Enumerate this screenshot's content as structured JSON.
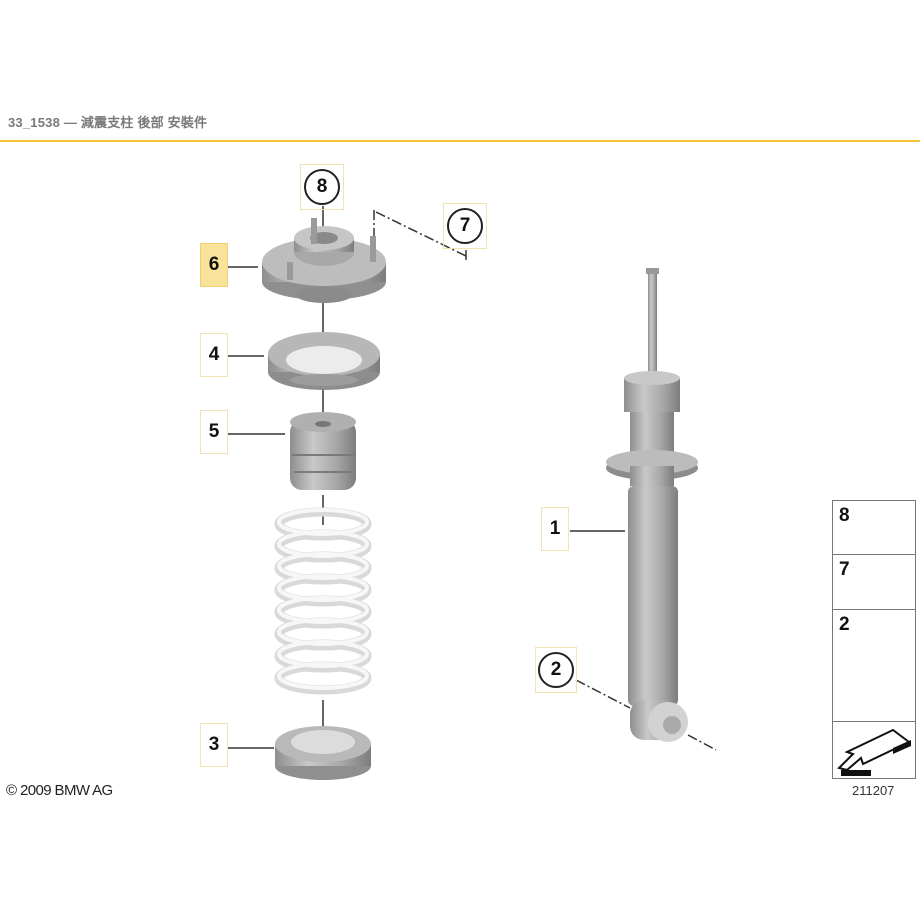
{
  "header": {
    "title": "33_1538 — 減震支柱 後部 安裝件",
    "rule_color": "#f2c230"
  },
  "diagram": {
    "callouts": [
      {
        "num": "8",
        "style": "circle",
        "part": "nut"
      },
      {
        "num": "7",
        "style": "circle",
        "part": "flange nut"
      },
      {
        "num": "6",
        "style": "square",
        "selected": true,
        "part": "strut support mount"
      },
      {
        "num": "4",
        "style": "square",
        "part": "upper spring pad"
      },
      {
        "num": "5",
        "style": "square",
        "part": "bump stop"
      },
      {
        "num": "3",
        "style": "square",
        "part": "lower spring pad"
      },
      {
        "num": "1",
        "style": "square",
        "part": "shock absorber"
      },
      {
        "num": "2",
        "style": "circle",
        "part": "hex bolt"
      }
    ],
    "labels": {
      "c8": "8",
      "c7": "7",
      "c6": "6",
      "c4": "4",
      "c5": "5",
      "c3": "3",
      "c1": "1",
      "c2": "2"
    },
    "selected_color": "#f9e39a"
  },
  "kit_panel": {
    "items": [
      {
        "num": "8",
        "icon": "hex-nut-icon"
      },
      {
        "num": "7",
        "icon": "flange-nut-icon"
      },
      {
        "num": "2",
        "icon": "hex-bolt-icon"
      }
    ],
    "direction_icon": "front-direction-arrow-icon"
  },
  "footer": {
    "copyright": "© 2009 BMW AG",
    "drawing_number": "211207"
  }
}
